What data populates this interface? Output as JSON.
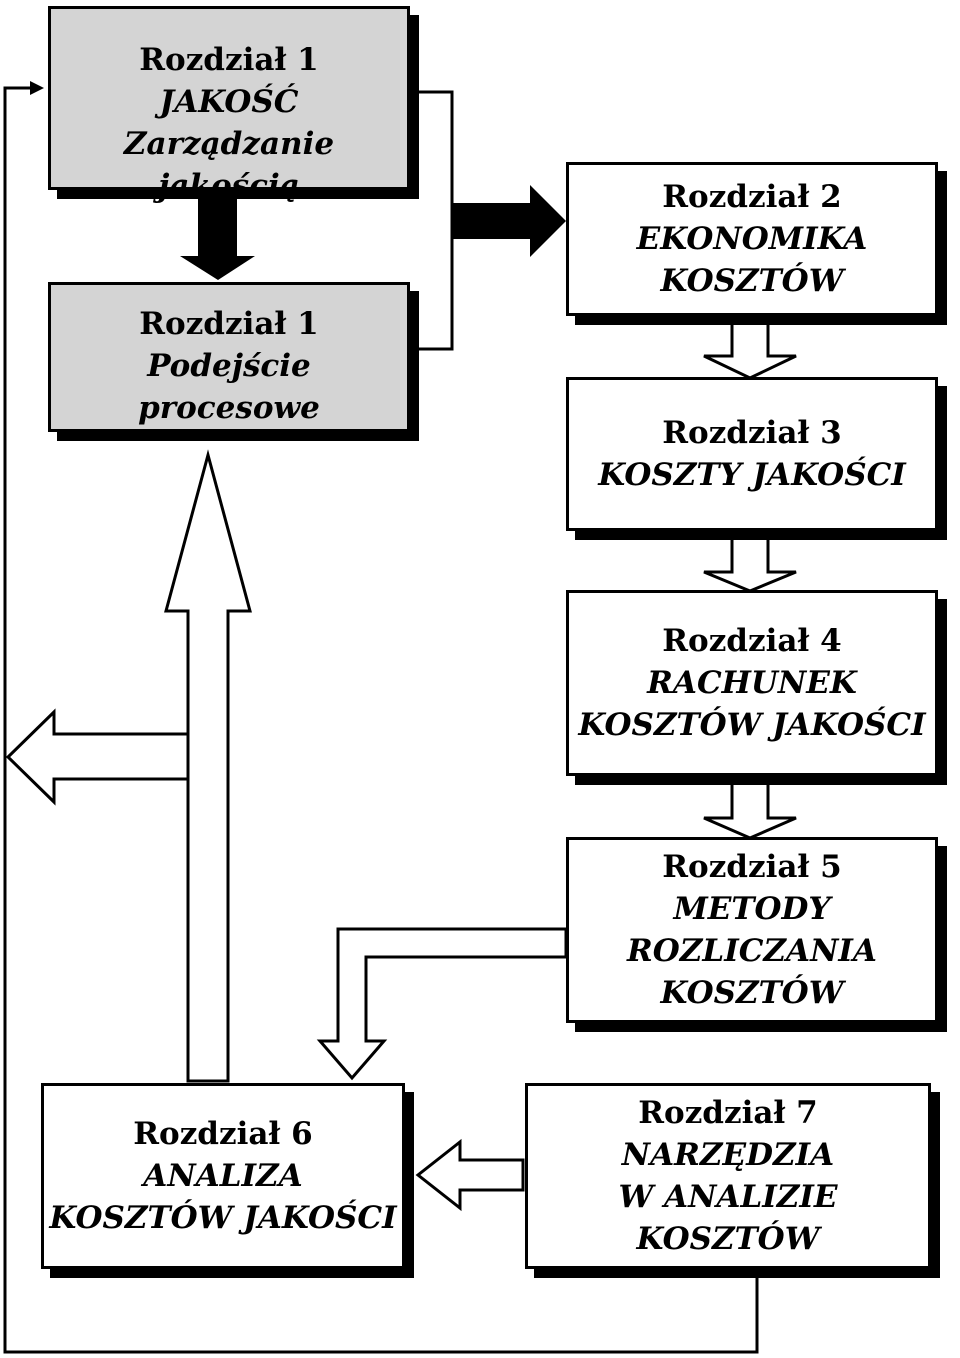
{
  "boxes": {
    "b1": {
      "heading": "Rozdział 1",
      "line1": "JAKOŚĆ",
      "line2": "Zarządzanie jakością"
    },
    "b1p": {
      "heading": "Rozdział 1",
      "line1": "Podejście procesowe"
    },
    "b2": {
      "heading": "Rozdział 2",
      "line1": "EKONOMIKA",
      "line2": "KOSZTÓW"
    },
    "b3": {
      "heading": "Rozdział 3",
      "line1": "KOSZTY JAKOŚCI"
    },
    "b4": {
      "heading": "Rozdział 4",
      "line1": "RACHUNEK",
      "line2": "KOSZTÓW JAKOŚCI"
    },
    "b5": {
      "heading": "Rozdział 5",
      "line1": "METODY",
      "line2": "ROZLICZANIA",
      "line3": "KOSZTÓW"
    },
    "b6": {
      "heading": "Rozdział 6",
      "line1": "ANALIZA",
      "line2": "KOSZTÓW JAKOŚCI"
    },
    "b7": {
      "heading": "Rozdział 7",
      "line1": "NARZĘDZIA",
      "line2": "W ANALIZIE KOSZTÓW"
    }
  },
  "colors": {
    "highlight_box": "#d4d4d4",
    "line": "#000000",
    "background": "#ffffff"
  }
}
